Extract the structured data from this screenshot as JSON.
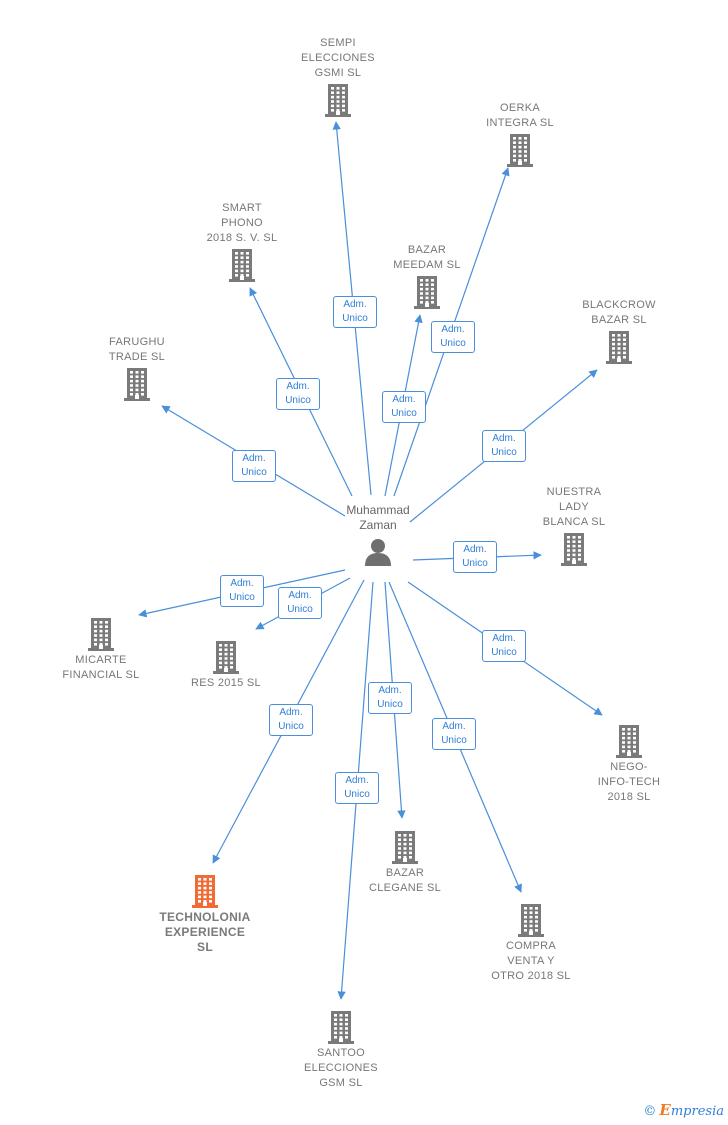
{
  "center": {
    "label": "Muhammad\nZaman"
  },
  "relation_label": [
    "Adm.",
    "Unico"
  ],
  "companies": [
    {
      "id": "sempi",
      "label": "SEMPI\nELECCIONES\nGSMI  SL",
      "highlight": false
    },
    {
      "id": "oerka",
      "label": "OERKA\nINTEGRA  SL",
      "highlight": false
    },
    {
      "id": "smart",
      "label": "SMART\nPHONO\n2018 S. V.  SL",
      "highlight": false
    },
    {
      "id": "meedam",
      "label": "BAZAR\nMEEDAM  SL",
      "highlight": false
    },
    {
      "id": "blackcrow",
      "label": "BLACKCROW\nBAZAR  SL",
      "highlight": false
    },
    {
      "id": "farughu",
      "label": "FARUGHU\nTRADE  SL",
      "highlight": false
    },
    {
      "id": "nuestra",
      "label": "NUESTRA\nLADY\nBLANCA  SL",
      "highlight": false
    },
    {
      "id": "micarte",
      "label": "MICARTE\nFINANCIAL  SL",
      "highlight": false
    },
    {
      "id": "res",
      "label": "RES 2015  SL",
      "highlight": false
    },
    {
      "id": "nego",
      "label": "NEGO-\nINFO-TECH\n2018  SL",
      "highlight": false
    },
    {
      "id": "technolonia",
      "label": "TECHNOLONIA\nEXPERIENCE\nSL",
      "highlight": true
    },
    {
      "id": "clegane",
      "label": "BAZAR\nCLEGANE  SL",
      "highlight": false
    },
    {
      "id": "compra",
      "label": "COMPRA\nVENTA Y\nOTRO 2018  SL",
      "highlight": false
    },
    {
      "id": "santoo",
      "label": "SANTOO\nELECCIONES\nGSM  SL",
      "highlight": false
    }
  ],
  "brand": {
    "copyright": "©",
    "name": "mpresia",
    "initial": "E"
  },
  "colors": {
    "edge": "#4a8fd9",
    "building": "#7a7a7a",
    "highlight": "#f26b35",
    "person": "#6f6f6f"
  }
}
